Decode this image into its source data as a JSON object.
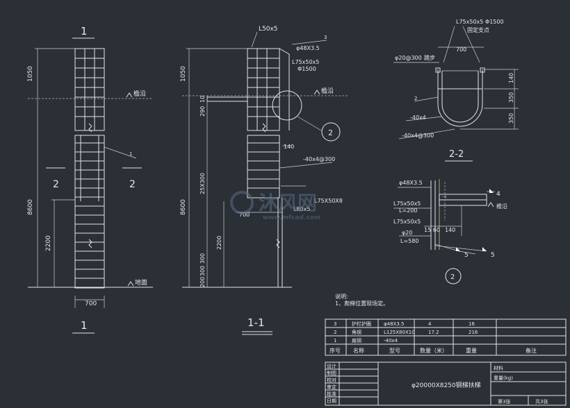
{
  "views": {
    "front": {
      "top_label": "1",
      "bottom_label": "1",
      "section_mark_left": "2",
      "section_mark_right": "2",
      "dim_1050": "1050",
      "dim_8600": "8600",
      "dim_2200": "2200",
      "dim_700": "700",
      "eave_label": "檐沿",
      "ground_label": "地面",
      "callout_1": "1"
    },
    "section_1_1": {
      "title": "1-1",
      "label_L50x5": "L50x5",
      "label_3": "3",
      "label_phi48": "φ48X3.5",
      "label_L75": "L75x50x5",
      "label_phi1500": "Φ1500",
      "label_eave": "檐沿",
      "dim_1050": "1050",
      "dim_10": "10",
      "dim_290": "290",
      "dim_140": "140",
      "dim_25x300": "25X300",
      "dim_8600": "8600",
      "dim_2200": "2200",
      "dim_300a": "300",
      "dim_300b": "300",
      "dim_200": "200",
      "dim_700": "700",
      "label_40x4": "-40x4@300",
      "label_L80": "L80x5",
      "label_L75x50x8": "L75X50X8",
      "detail_circle": "2"
    },
    "section_2_2": {
      "title": "2-2",
      "label_L75": "L75x50x5 Φ1500",
      "label_fixed": "固定支点",
      "label_700": "700",
      "label_phi20": "φ20@300",
      "label_step": "踏步",
      "label_2": "2",
      "label_40x4": "-40x4",
      "label_40x4_300": "-40x4@300",
      "dim_140": "140",
      "dim_350a": "350",
      "dim_350b": "350"
    },
    "detail_2": {
      "label_phi48": "φ48X3.5",
      "label_L75a": "L75x50x5",
      "label_L200": "L=200",
      "label_L75b": "L75x50x5",
      "label_phi20": "φ20",
      "label_L580": "L=580",
      "label_15_60": "15 60",
      "label_140": "140",
      "label_4": "4",
      "label_eave": "檐沿",
      "label_5a": "5",
      "label_5b": "5",
      "circle_label": "2"
    }
  },
  "notes": {
    "title": "说明:",
    "line1": "1、爬梯位置现场定。"
  },
  "bom": {
    "rows": [
      {
        "no": "3",
        "name": "护栏护圈",
        "spec": "φ48X3.5",
        "qty": "4",
        "weight": "16"
      },
      {
        "no": "2",
        "name": "角钢",
        "spec": "L125X80X10",
        "qty": "17.2",
        "weight": "216"
      },
      {
        "no": "1",
        "name": "扁钢",
        "spec": "-40x4",
        "qty": "",
        "weight": ""
      }
    ],
    "header": {
      "no": "序号",
      "name": "名称",
      "spec": "型号",
      "qty": "数量（米）",
      "weight": "重量",
      "remark": "备注"
    }
  },
  "title_block": {
    "roles": [
      "设计",
      "制图",
      "校对",
      "审定",
      "批准",
      "日期"
    ],
    "drawing_name": "φ20000X8250钢梯扶梯",
    "material_label": "材料",
    "weight_label": "重量(kg)",
    "sheet_label": "第3张",
    "total_label": "共3张"
  },
  "watermark": {
    "text": "沐风网",
    "url": "www.mfcad.com"
  }
}
